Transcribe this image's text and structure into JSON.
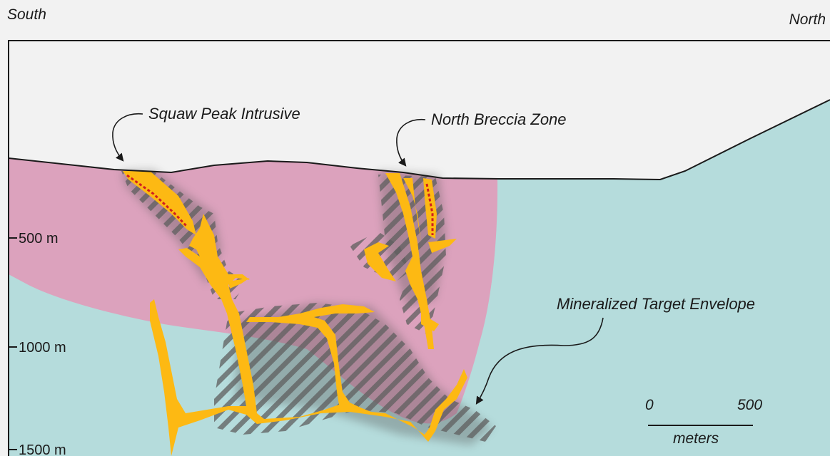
{
  "direction_labels": {
    "left": "South",
    "right": "North"
  },
  "callouts": {
    "intrusive": "Squaw Peak Intrusive",
    "breccia": "North Breccia Zone",
    "envelope": "Mineralized Target Envelope"
  },
  "depth_ticks": [
    "500 m",
    "1000 m",
    "1500 m"
  ],
  "scale_bar": {
    "start": "0",
    "end": "500",
    "unit": "meters"
  },
  "colors": {
    "sky": "#f2f2f2",
    "host_rock": "#b5dcdc",
    "intrusive": "#dca2bd",
    "mineralization": "#fdb913",
    "hatch": "#6b6b6b",
    "vein_edge": "#d11f1f"
  }
}
